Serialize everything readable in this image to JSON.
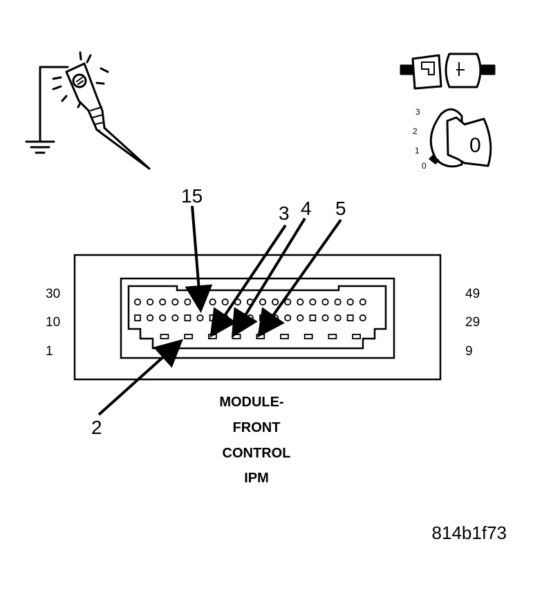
{
  "figure": {
    "id": "814b1f73",
    "caption": [
      "MODULE-",
      "FRONT",
      "CONTROL",
      "IPM"
    ]
  },
  "row_labels": {
    "left": [
      "30",
      "10",
      "1"
    ],
    "right": [
      "49",
      "29",
      "9"
    ]
  },
  "pin_callouts": [
    "15",
    "3",
    "4",
    "5",
    "2"
  ],
  "ignition": {
    "positions": [
      "3",
      "2",
      "1",
      "0"
    ],
    "key_label": "0"
  },
  "icons": [
    "test-light-grounded-icon",
    "connector-disconnected-icon",
    "ignition-switch-off-icon"
  ],
  "connector": {
    "rows": [
      {
        "pins": [
          "o",
          "o",
          "o",
          "o",
          "o",
          "o",
          "o",
          "o",
          "o",
          "o",
          "o",
          "o",
          "o",
          "o",
          "o",
          "o",
          "o",
          "o",
          "o"
        ]
      },
      {
        "pins": [
          "s",
          "o",
          "o",
          "o",
          "s",
          "o",
          "s",
          "o",
          "o",
          "o",
          "s",
          "o",
          "o",
          "o",
          "s",
          "o",
          "o",
          "s",
          "o"
        ]
      },
      {
        "pins": [
          "r",
          "r",
          "r",
          "r",
          "r",
          "r",
          "r",
          "r",
          "r"
        ]
      }
    ],
    "legend": {
      "o": "round pin",
      "s": "square pin",
      "r": "rectangular pin"
    }
  }
}
